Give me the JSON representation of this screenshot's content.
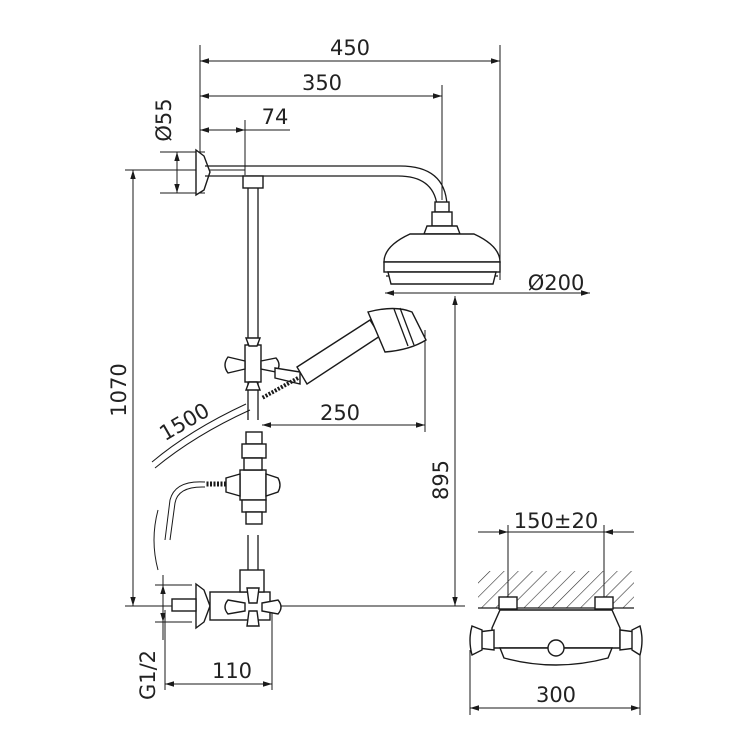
{
  "dimensions": {
    "overall_width": "450",
    "arm_reach": "350",
    "wall_to_riser": "74",
    "flange_diameter": "Ø55",
    "head_diameter": "Ø200",
    "total_height": "1070",
    "hose_length": "1500",
    "handshower_reach": "250",
    "head_height": "895",
    "inlet_spacing": "150±20",
    "inlet_thread": "G1/2",
    "mixer_depth": "110",
    "mixer_width": "300"
  }
}
